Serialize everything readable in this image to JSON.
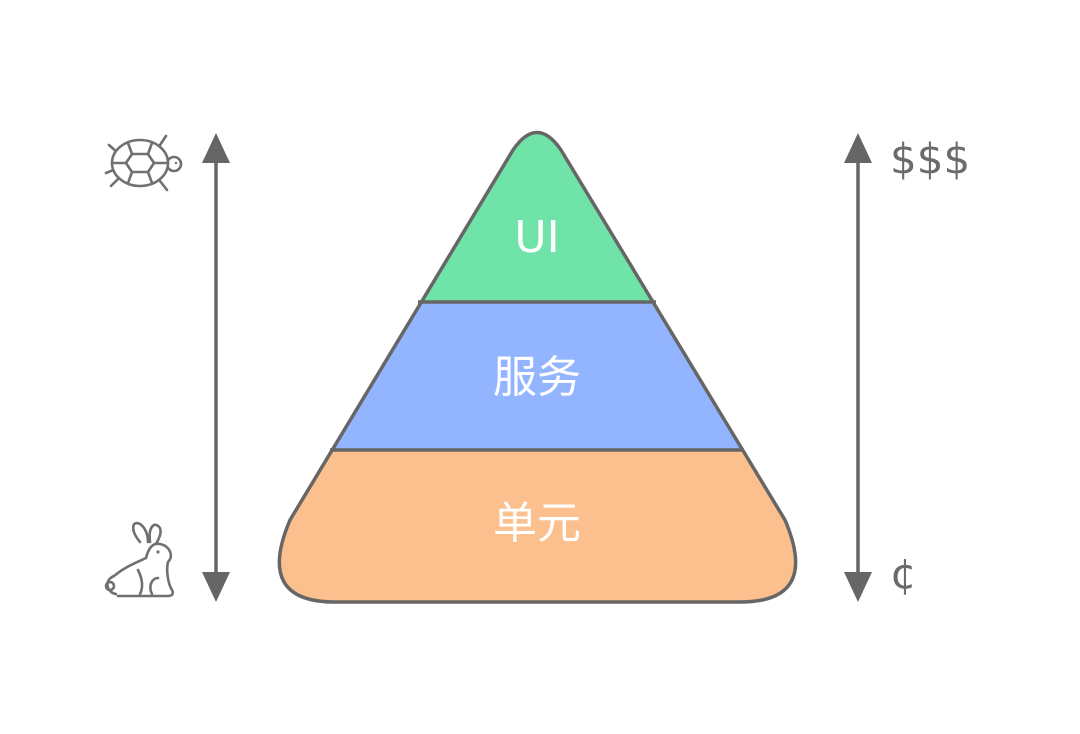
{
  "pyramid": {
    "layers": [
      {
        "label": "UI",
        "color": "#6fe3a8"
      },
      {
        "label": "服务",
        "color": "#93b5ff"
      },
      {
        "label": "单元",
        "color": "#fbc08e"
      }
    ],
    "outline_color": "#666666"
  },
  "left_axis": {
    "top_icon": "turtle-icon",
    "bottom_icon": "rabbit-icon",
    "meaning_top": "slow",
    "meaning_bottom": "fast"
  },
  "right_axis": {
    "top_label": "$$$",
    "bottom_label": "¢"
  }
}
